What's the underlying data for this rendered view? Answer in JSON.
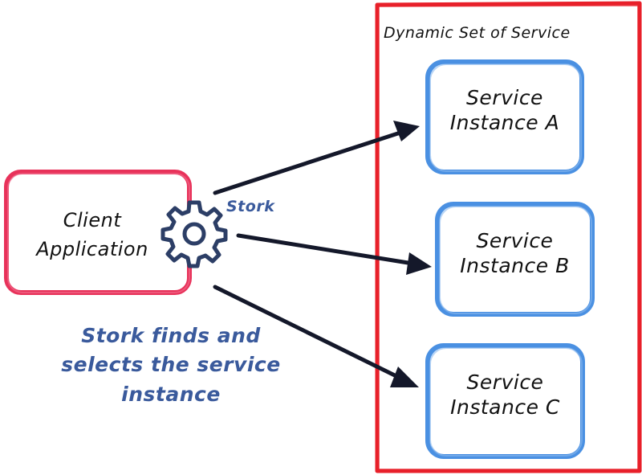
{
  "diagram": {
    "group_title": "Dynamic Set of Service",
    "client": {
      "line1": "Client",
      "line2": "Application"
    },
    "stork_label": "Stork",
    "caption": {
      "line1": "Stork finds and",
      "line2": "selects the service",
      "line3": "instance"
    },
    "services": [
      {
        "line1": "Service",
        "line2": "Instance A"
      },
      {
        "line1": "Service",
        "line2": "Instance B"
      },
      {
        "line1": "Service",
        "line2": "Instance C"
      }
    ],
    "colors": {
      "group_border": "#e8202a",
      "client_border": "#e8325a",
      "service_border": "#4a90e2",
      "gear": "#2c3e66",
      "arrow": "#14182a",
      "accent_text": "#3a5a9c"
    },
    "icons": {
      "gear": "gear-icon"
    }
  }
}
